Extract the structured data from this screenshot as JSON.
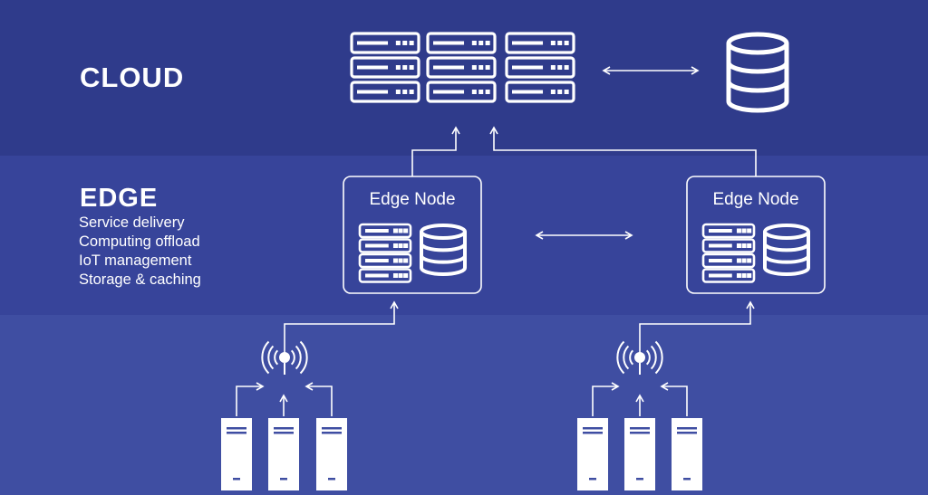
{
  "tiers": {
    "cloud": {
      "title": "CLOUD"
    },
    "edge": {
      "title": "EDGE",
      "services": [
        "Service delivery",
        "Computing offload",
        "IoT management",
        "Storage & caching"
      ]
    }
  },
  "edge_nodes": [
    {
      "title": "Edge Node"
    },
    {
      "title": "Edge Node"
    }
  ],
  "colors": {
    "cloud_band": "#2f3b8b",
    "edge_band": "#37449a",
    "device_band": "#3f4ea2",
    "line": "#ffffff"
  },
  "icons": {
    "cloud_servers": "server-rack-icon",
    "cloud_storage": "database-icon",
    "edge_storage": "database-icon",
    "gateway": "wireless-antenna-icon",
    "devices": "device-tower-icon"
  }
}
